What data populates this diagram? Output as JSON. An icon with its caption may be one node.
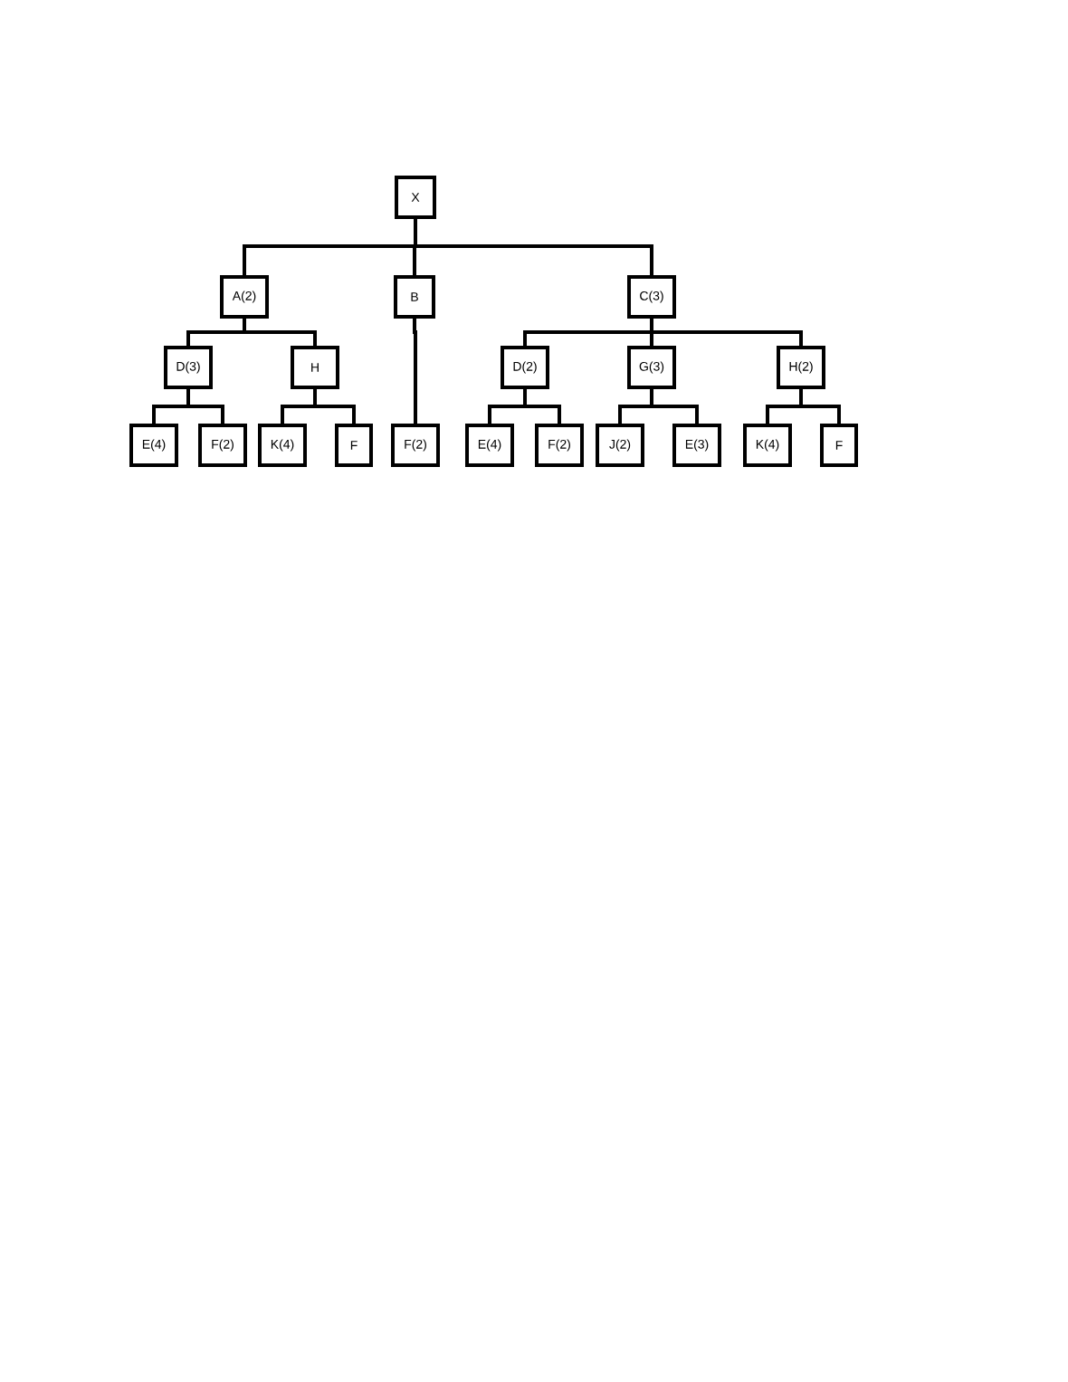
{
  "diagram": {
    "nodes": [
      {
        "text": [
          "X"
        ]
      },
      {
        "text": [
          "A(2)"
        ]
      },
      {
        "text": [
          "B"
        ]
      },
      {
        "text": [
          "C(3)"
        ]
      },
      {
        "text": [
          "D(3)"
        ]
      },
      {
        "text": [
          "H"
        ]
      },
      {
        "text": [
          "D(2)"
        ]
      },
      {
        "text": [
          "G(3)"
        ]
      },
      {
        "text": [
          "H(2)"
        ]
      },
      {
        "text": [
          "E(4)"
        ]
      },
      {
        "text": [
          "F(2)"
        ]
      },
      {
        "text": [
          "K(4)"
        ]
      },
      {
        "text": [
          "F"
        ]
      },
      {
        "text": [
          "F(2)"
        ]
      },
      {
        "text": [
          "E(4)"
        ]
      },
      {
        "text": [
          "F(2)"
        ]
      },
      {
        "text": [
          "J(2)"
        ]
      },
      {
        "text": [
          "E(3)"
        ]
      },
      {
        "text": [
          "K(4)"
        ]
      },
      {
        "text": [
          "F"
        ]
      }
    ],
    "edges": [
      {
        "from": 0,
        "to": 1,
        "arrow": "none"
      },
      {
        "from": 0,
        "to": 2,
        "arrow": "none"
      },
      {
        "from": 0,
        "to": 3,
        "arrow": "none"
      },
      {
        "from": 1,
        "to": 4,
        "arrow": "none"
      },
      {
        "from": 1,
        "to": 5,
        "arrow": "none"
      },
      {
        "from": 2,
        "to": 13,
        "arrow": "none"
      },
      {
        "from": 3,
        "to": 6,
        "arrow": "none"
      },
      {
        "from": 3,
        "to": 7,
        "arrow": "none"
      },
      {
        "from": 3,
        "to": 8,
        "arrow": "none"
      },
      {
        "from": 4,
        "to": 9,
        "arrow": "none"
      },
      {
        "from": 4,
        "to": 10,
        "arrow": "none"
      },
      {
        "from": 5,
        "to": 11,
        "arrow": "none"
      },
      {
        "from": 5,
        "to": 12,
        "arrow": "none"
      },
      {
        "from": 6,
        "to": 14,
        "arrow": "none"
      },
      {
        "from": 6,
        "to": 15,
        "arrow": "none"
      },
      {
        "from": 7,
        "to": 16,
        "arrow": "none"
      },
      {
        "from": 7,
        "to": 17,
        "arrow": "none"
      },
      {
        "from": 8,
        "to": 18,
        "arrow": "none"
      },
      {
        "from": 8,
        "to": 19,
        "arrow": "none"
      }
    ]
  }
}
